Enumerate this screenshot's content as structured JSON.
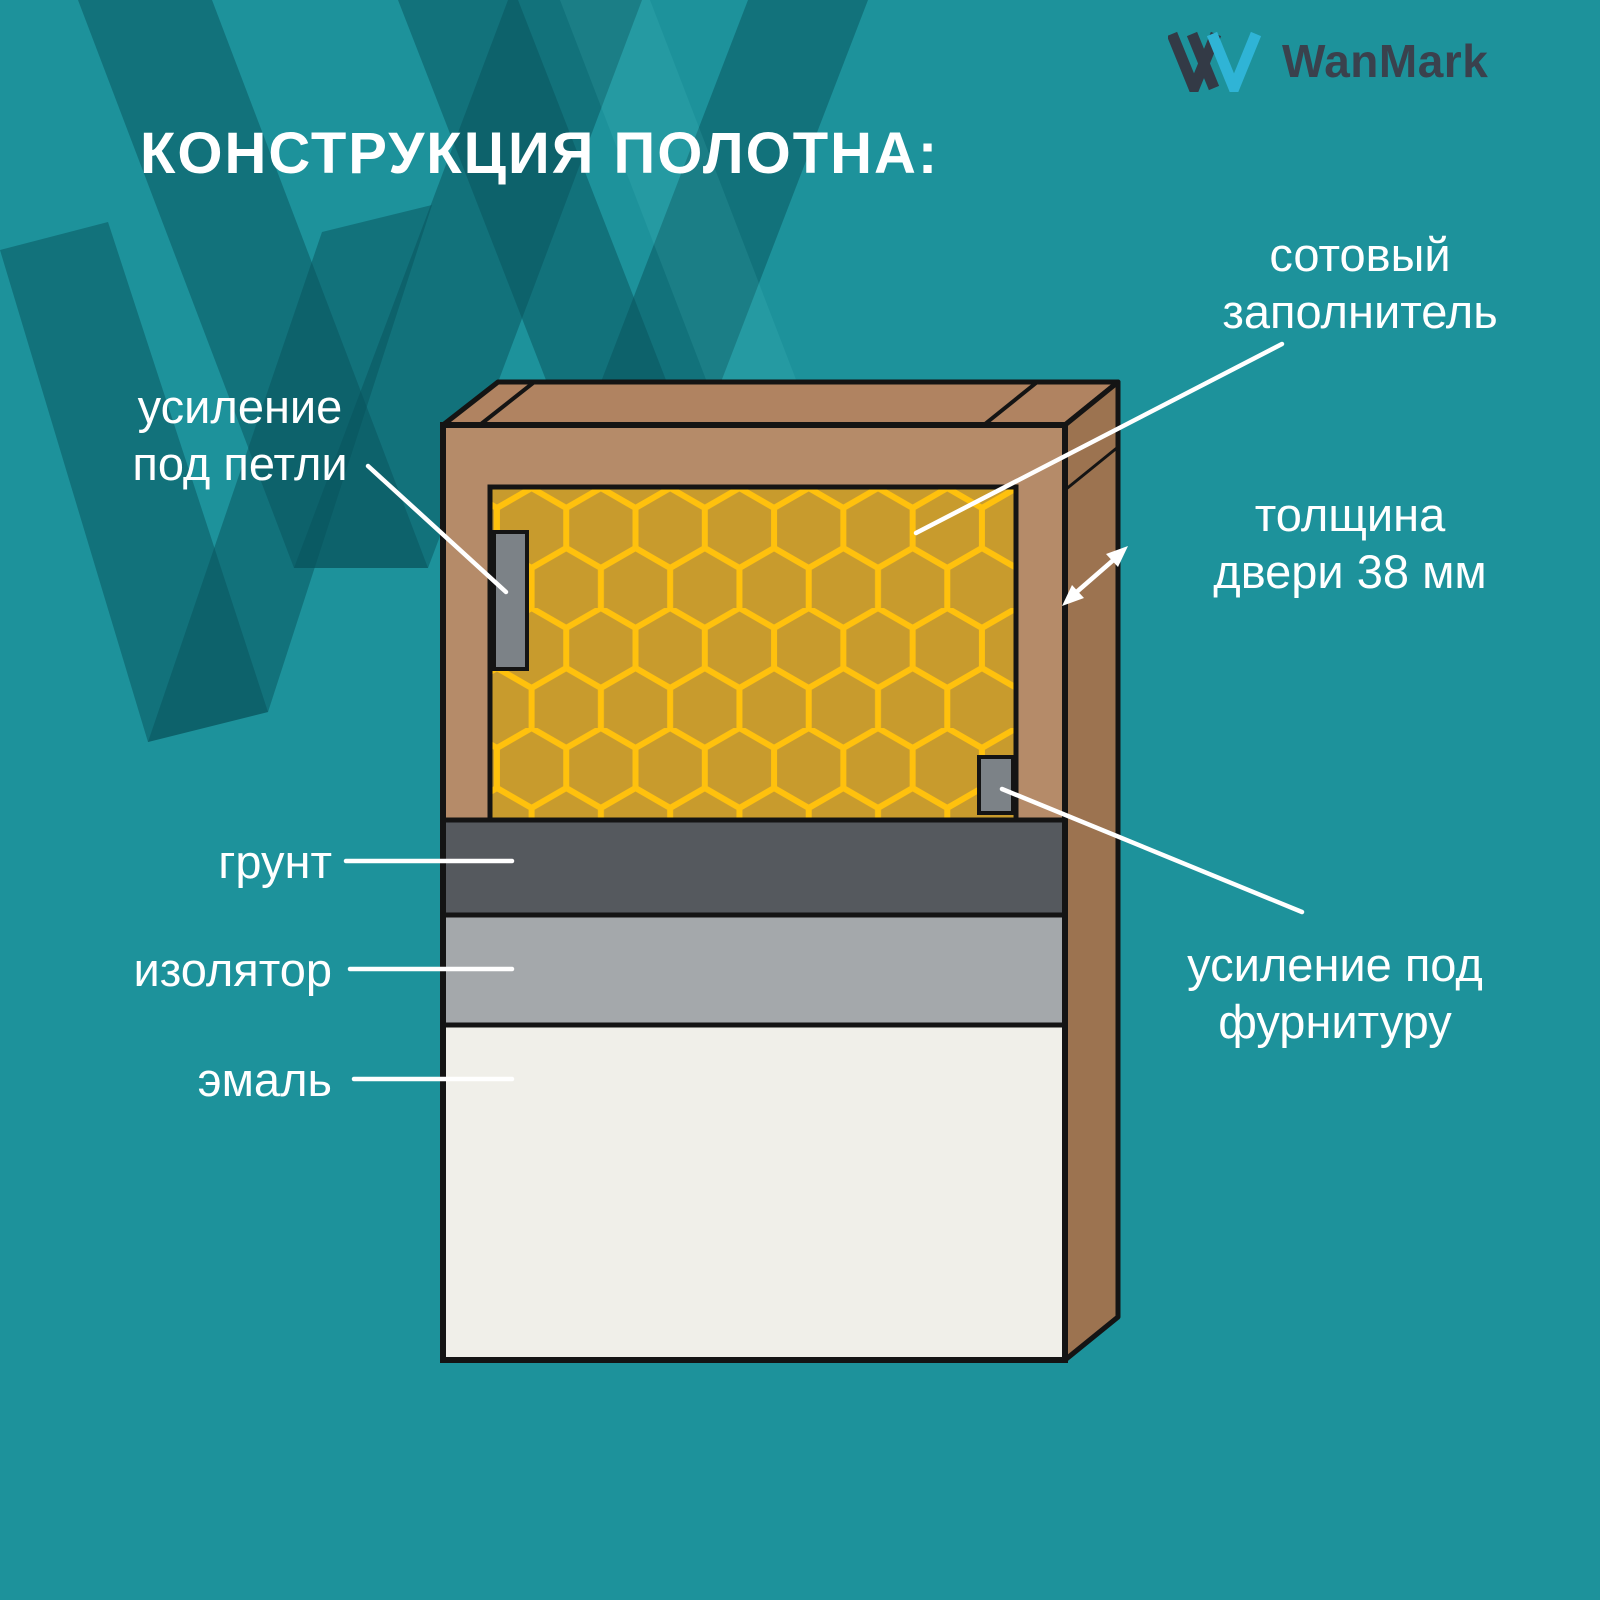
{
  "page": {
    "title": "КОНСТРУКЦИЯ ПОЛОТНА:",
    "brand": "WanMark"
  },
  "callouts": {
    "hinge": "усиление\nпод петли",
    "honeycomb": "сотовый\nзаполнитель",
    "thickness": "толщина\nдвери 38 мм",
    "primer": "грунт",
    "insulator": "изолятор",
    "enamel": "эмаль",
    "hardware": "усиление под\nфурнитуру"
  },
  "colors": {
    "background": "#1d929b",
    "pattern_dark": "#07525c",
    "wood_front": "#b58b69",
    "wood_top": "#b08361",
    "wood_side": "#9c7350",
    "honeycomb_fill": "#c89b2d",
    "honeycomb_lines": "#ffc10d",
    "primer_layer": "#55595e",
    "insulator_layer": "#a4a8ab",
    "enamel_layer": "#f0efe9",
    "reinforcement_block": "#7c8287",
    "outline": "#141414",
    "leader_lines": "#ffffff",
    "logo_dark": "#333a46",
    "logo_cyan": "#2fb4d6",
    "text": "#ffffff"
  }
}
